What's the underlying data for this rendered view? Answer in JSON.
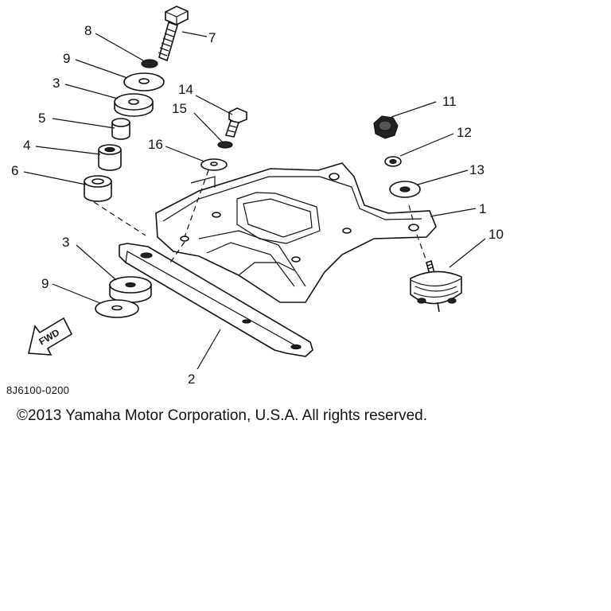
{
  "diagram": {
    "callouts": [
      {
        "id": "callout-1",
        "text": "1"
      },
      {
        "id": "callout-2",
        "text": "2"
      },
      {
        "id": "callout-3a",
        "text": "3"
      },
      {
        "id": "callout-3b",
        "text": "3"
      },
      {
        "id": "callout-4",
        "text": "4"
      },
      {
        "id": "callout-5",
        "text": "5"
      },
      {
        "id": "callout-6",
        "text": "6"
      },
      {
        "id": "callout-7",
        "text": "7"
      },
      {
        "id": "callout-8",
        "text": "8"
      },
      {
        "id": "callout-9a",
        "text": "9"
      },
      {
        "id": "callout-9b",
        "text": "9"
      },
      {
        "id": "callout-10",
        "text": "10"
      },
      {
        "id": "callout-11",
        "text": "11"
      },
      {
        "id": "callout-12",
        "text": "12"
      },
      {
        "id": "callout-13",
        "text": "13"
      },
      {
        "id": "callout-14",
        "text": "14"
      },
      {
        "id": "callout-15",
        "text": "15"
      },
      {
        "id": "callout-16",
        "text": "16"
      }
    ],
    "fwd_label": "FWD",
    "part_code": "8J6100-0200",
    "copyright": "©2013 Yamaha Motor Corporation, U.S.A. All rights reserved."
  }
}
